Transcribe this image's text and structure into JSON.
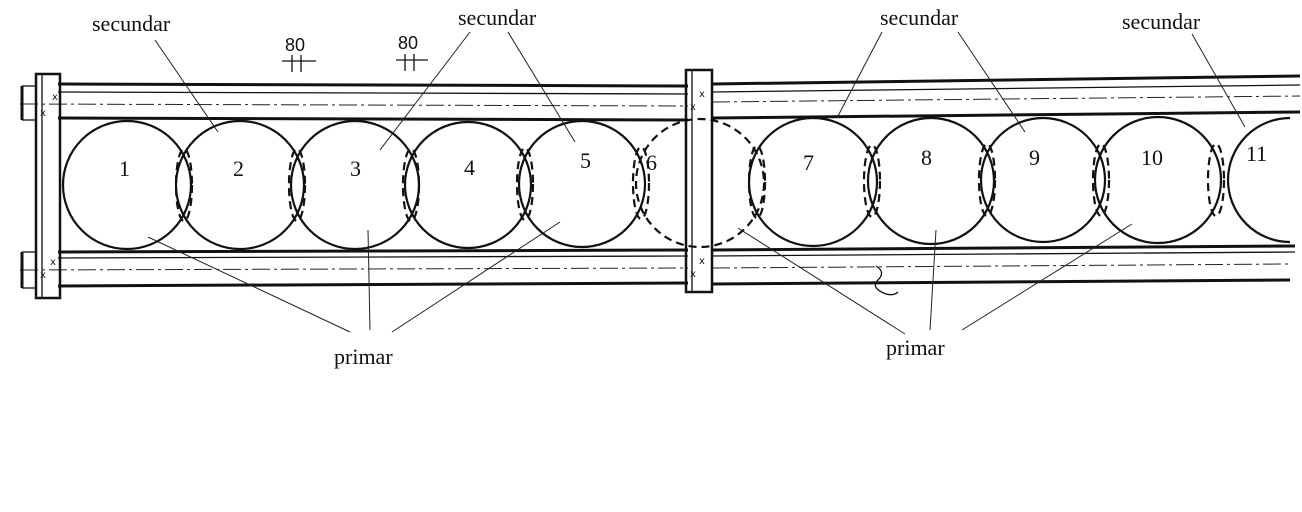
{
  "labels": {
    "secondary": "secundar",
    "primary": "primar"
  },
  "dimensions": [
    "80",
    "80"
  ],
  "piles": [
    "1",
    "2",
    "3",
    "4",
    "5",
    "6",
    "7",
    "8",
    "9",
    "10",
    "11"
  ],
  "cross_mark": "x"
}
